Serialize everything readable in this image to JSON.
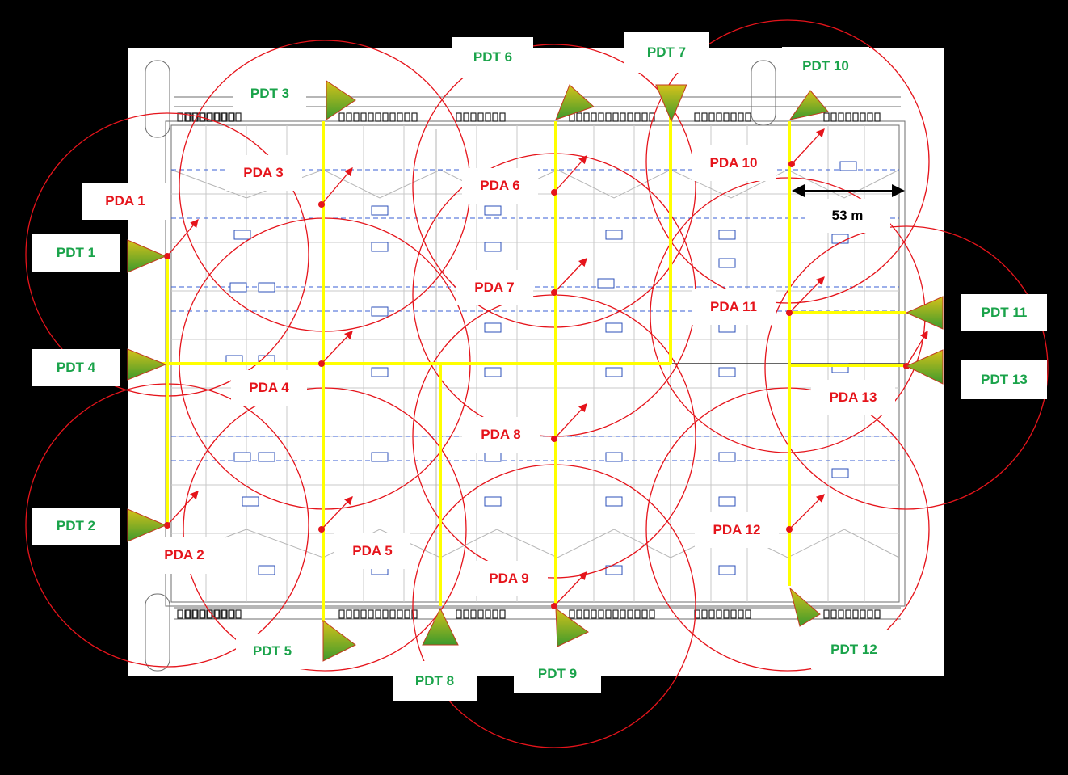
{
  "colors": {
    "background": "#000000",
    "floorplan": "#ffffff",
    "pdt_label": "#1aa34a",
    "pda_label": "#e5141b",
    "coverage_circle": "#e5141b",
    "cable_route": "#ffff00",
    "antenna_fill_top": "#c9c011",
    "antenna_fill_bottom": "#3d9a2a"
  },
  "icons": {
    "antenna": "triangle-antenna-icon",
    "pda_point": "red-dot-arrow-icon"
  },
  "pdt_labels": {
    "pdt1": "PDT 1",
    "pdt2": "PDT 2",
    "pdt3": "PDT 3",
    "pdt4": "PDT 4",
    "pdt5": "PDT 5",
    "pdt6": "PDT 6",
    "pdt7": "PDT 7",
    "pdt8": "PDT 8",
    "pdt9": "PDT 9",
    "pdt10": "PDT 10",
    "pdt11": "PDT 11",
    "pdt12": "PDT 12",
    "pdt13": "PDT 13"
  },
  "pda_labels": {
    "pda1": "PDA 1",
    "pda2": "PDA 2",
    "pda3": "PDA 3",
    "pda4": "PDA 4",
    "pda5": "PDA 5",
    "pda6": "PDA 6",
    "pda7": "PDA 7",
    "pda8": "PDA 8",
    "pda9": "PDA 9",
    "pda10": "PDA 10",
    "pda11": "PDA 11",
    "pda12": "PDA 12",
    "pda13": "PDA 13"
  },
  "scale": {
    "label": "53 m"
  }
}
